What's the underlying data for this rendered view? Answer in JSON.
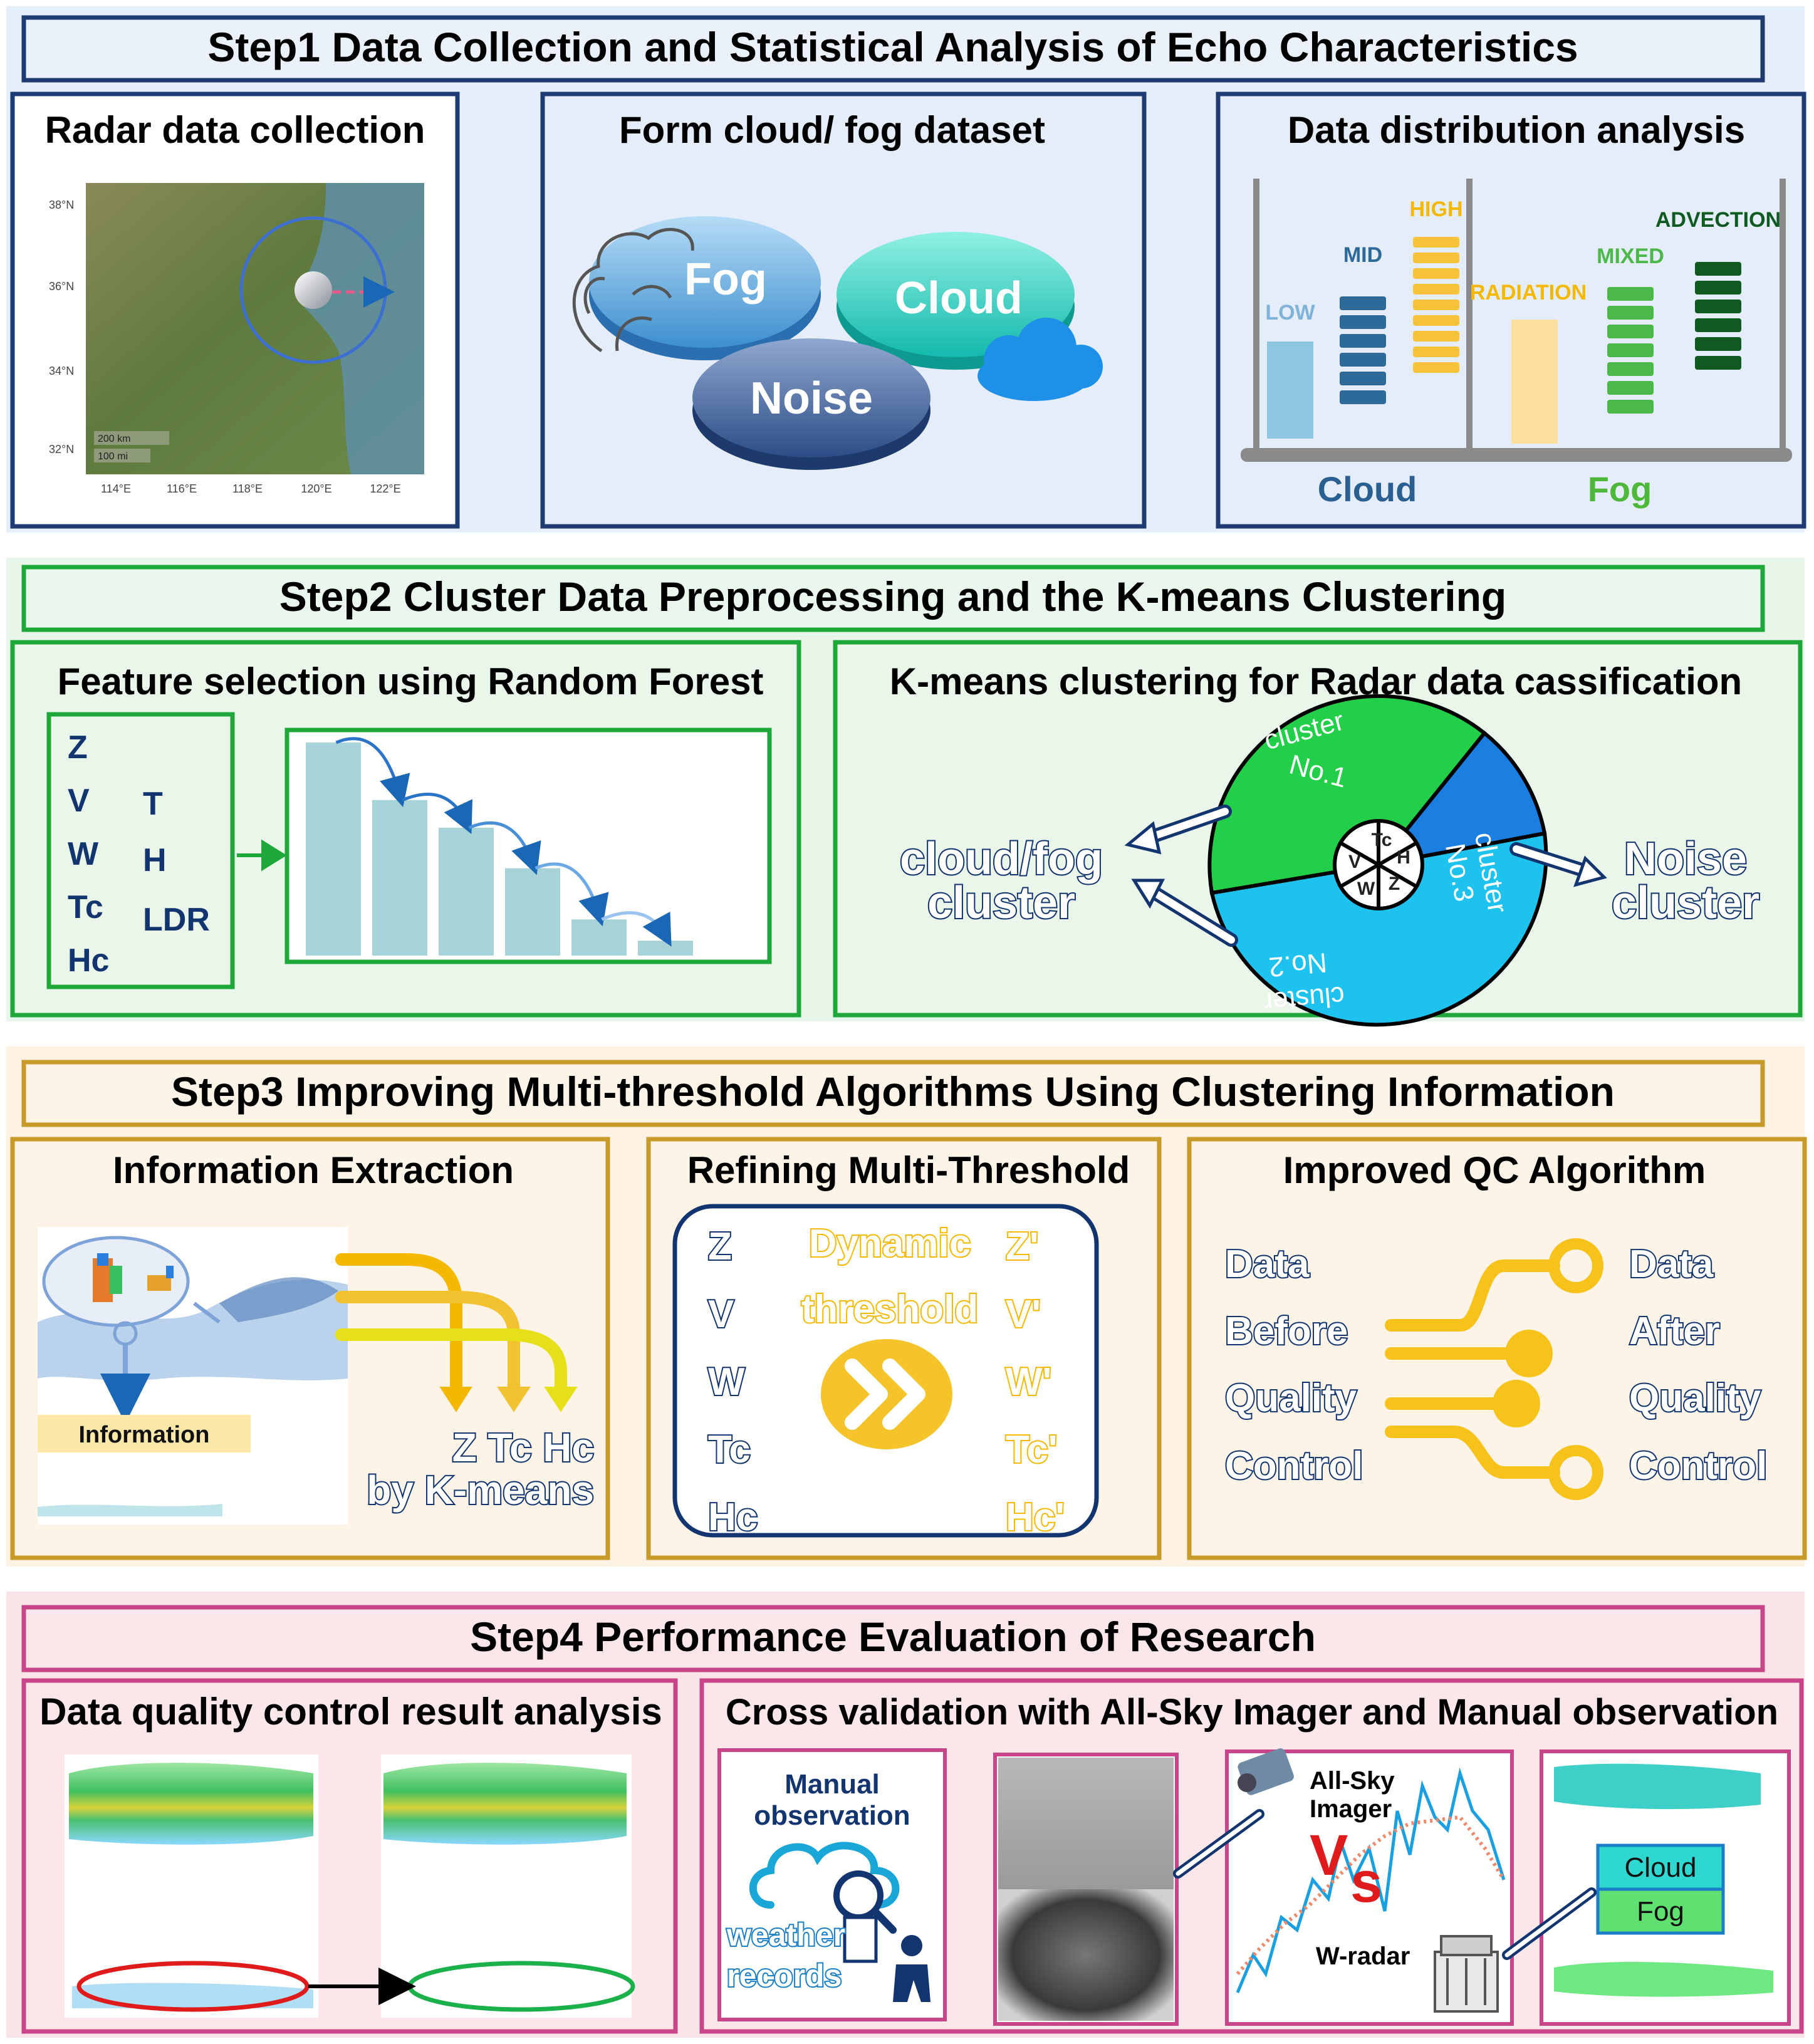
{
  "step1": {
    "title": "Step1  Data Collection and Statistical Analysis of Echo Characteristics",
    "panel_radar": {
      "title": "Radar data collection",
      "lat_labels": [
        "38°N",
        "36°N",
        "34°N",
        "32°N"
      ],
      "lon_labels": [
        "114°E",
        "116°E",
        "118°E",
        "120°E",
        "122°E"
      ],
      "scale_labels": [
        "200 km",
        "100 mi"
      ]
    },
    "panel_dataset": {
      "title": "Form cloud/ fog dataset",
      "fog": "Fog",
      "cloud": "Cloud",
      "noise": "Noise"
    },
    "panel_distribution": {
      "title": "Data distribution analysis",
      "bar_labels": [
        "LOW",
        "MID",
        "HIGH",
        "RADIATION",
        "MIXED",
        "ADVECTION"
      ],
      "group_labels": [
        "Cloud",
        "Fog"
      ]
    }
  },
  "step2": {
    "title": "Step2  Cluster Data Preprocessing and the K-means Clustering",
    "panel_features": {
      "title": "Feature selection using Random Forest",
      "features_left": [
        "Z",
        "V",
        "W",
        "Tc",
        "Hc"
      ],
      "features_right": [
        "T",
        "H",
        "LDR"
      ],
      "importance": [
        1.0,
        0.73,
        0.6,
        0.41,
        0.17,
        0.07
      ]
    },
    "panel_kmeans": {
      "title": "K-means clustering for Radar data cassification",
      "cloudfog_cluster": [
        "cloud/fog",
        "cluster"
      ],
      "noise_cluster": [
        "Noise",
        "cluster"
      ],
      "cluster1": [
        "cluster",
        "No.1"
      ],
      "cluster2": [
        "cluster",
        "No.2"
      ],
      "cluster3": [
        "cluster",
        "No.3"
      ],
      "center_features": [
        "Tc",
        "H",
        "Z",
        "W",
        "V"
      ]
    }
  },
  "step3": {
    "title": "Step3 Improving Multi-threshold Algorithms Using Clustering Information",
    "panel_extraction": {
      "title": "Information Extraction",
      "info_label": "Information",
      "zt_label": "Z Tc Hc",
      "by_label": "by K-means"
    },
    "panel_refining": {
      "title": "Refining Multi-Threshold",
      "left_vars": [
        "Z",
        "V",
        "W",
        "Tc",
        "Hc"
      ],
      "right_vars": [
        "Z'",
        "V'",
        "W'",
        "Tc'",
        "Hc'"
      ],
      "dynamic": "Dynamic",
      "threshold": "threshold"
    },
    "panel_qc": {
      "title": "Improved QC Algorithm",
      "before": [
        "Data",
        "Before",
        "Quality",
        "Control"
      ],
      "after": [
        "Data",
        "After",
        "Quality",
        "Control"
      ]
    }
  },
  "step4": {
    "title": "Step4 Performance Evaluation of Research",
    "panel_qc_result": {
      "title": "Data quality control result analysis"
    },
    "panel_cross": {
      "title": "Cross validation with All-Sky Imager and Manual observation",
      "manual": [
        "Manual",
        "observation"
      ],
      "records": [
        "weather",
        "records"
      ],
      "allsky": [
        "All-Sky",
        "Imager"
      ],
      "vs_v": "V",
      "vs_s": "s",
      "wradar": "W-radar",
      "cloud": "Cloud",
      "fog": "Fog"
    }
  },
  "colors": {
    "step1": "#1f3b73",
    "step2": "#1fa83a",
    "step3": "#c89a2a",
    "step4": "#c8458a"
  }
}
